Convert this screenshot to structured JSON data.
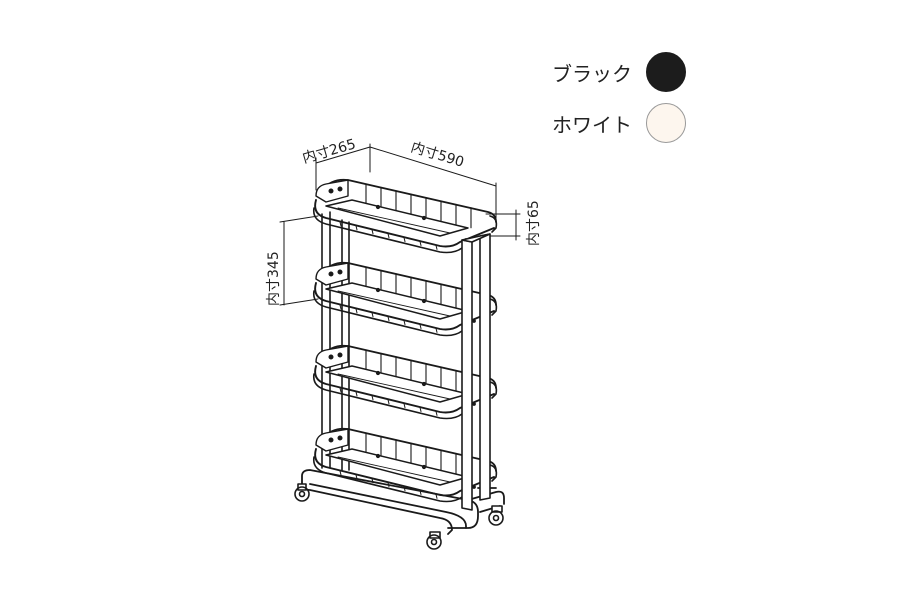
{
  "colors": [
    {
      "label": "ブラック",
      "hex": "#1c1c1c",
      "border": "#1c1c1c"
    },
    {
      "label": "ホワイト",
      "hex": "#fdf6ee",
      "border": "#9a9a9a"
    }
  ],
  "dimensions": {
    "depth": "内寸265",
    "width": "内寸590",
    "height": "内寸65",
    "pitch": "内寸345"
  },
  "icons": {
    "product": "wagon-illustration-icon"
  }
}
